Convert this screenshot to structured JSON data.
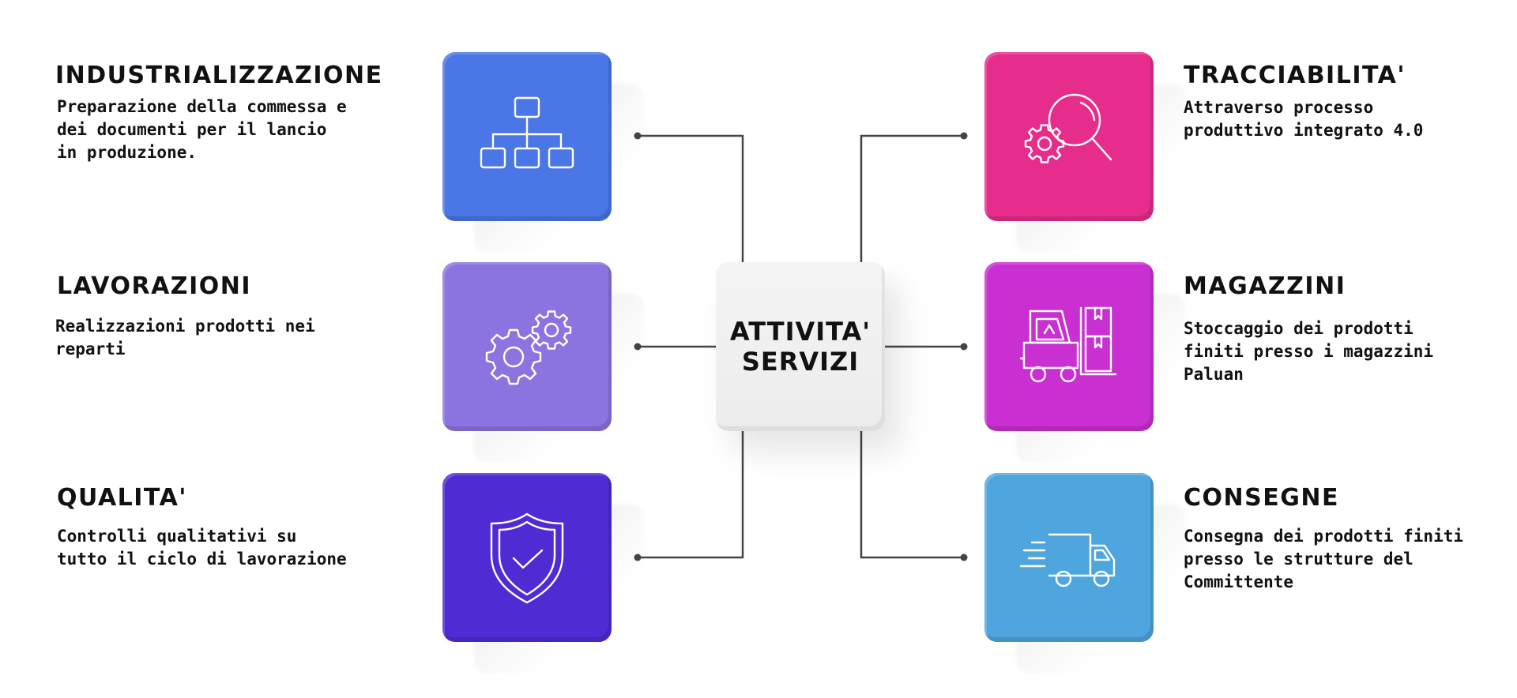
{
  "center": {
    "line1": "ATTIVITA'",
    "line2": "SERVIZI"
  },
  "left": [
    {
      "title": "INDUSTRIALIZZAZIONE",
      "desc": [
        "Preparazione della commessa e",
        "dei documenti per il lancio",
        "in produzione."
      ],
      "color": "#4a76e6",
      "icon": "hierarchy-icon"
    },
    {
      "title": "LAVORAZIONI",
      "desc": [
        "Realizzazioni prodotti nei",
        "reparti"
      ],
      "color": "#8b74e0",
      "icon": "gears-icon"
    },
    {
      "title": "QUALITA'",
      "desc": [
        "Controlli qualitativi su",
        "tutto il ciclo di lavorazione"
      ],
      "color": "#4f2bd4",
      "icon": "shield-check-icon"
    }
  ],
  "right": [
    {
      "title": "TRACCIABILITA'",
      "desc": [
        "Attraverso processo",
        "produttivo integrato 4.0"
      ],
      "color": "#e62d8c",
      "icon": "search-gear-icon"
    },
    {
      "title": "MAGAZZINI",
      "desc": [
        "Stoccaggio dei prodotti",
        "finiti presso i magazzini",
        "Paluan"
      ],
      "color": "#c92fd1",
      "icon": "forklift-icon"
    },
    {
      "title": "CONSEGNE",
      "desc": [
        "Consegna dei prodotti finiti",
        "presso le strutture del",
        "Committente"
      ],
      "color": "#4fa6de",
      "icon": "delivery-truck-icon"
    }
  ]
}
